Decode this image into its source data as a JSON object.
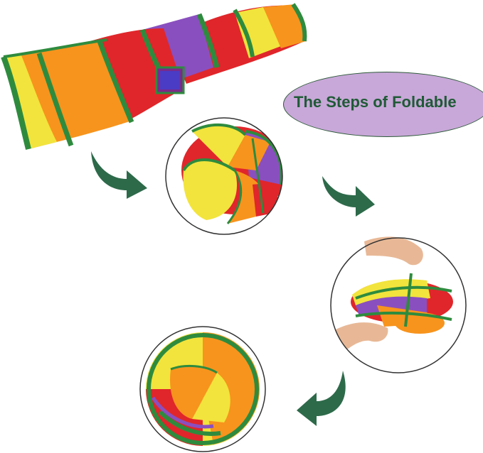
{
  "banner": {
    "title": "The Steps of Foldable"
  },
  "colors": {
    "tunnel_orange": "#f7941d",
    "tunnel_red": "#e0262a",
    "tunnel_yellow": "#f2e43c",
    "tunnel_purple": "#8a4fbf",
    "trim_green": "#2e8b3e",
    "arrow_green": "#2d6a4a",
    "banner_fill": "#c8a8d8"
  },
  "steps": [
    {
      "icon": "tunnel-unfolded"
    },
    {
      "icon": "tunnel-compressed"
    },
    {
      "icon": "hands-twisting-tunnel"
    },
    {
      "icon": "tunnel-folded-disc"
    }
  ]
}
